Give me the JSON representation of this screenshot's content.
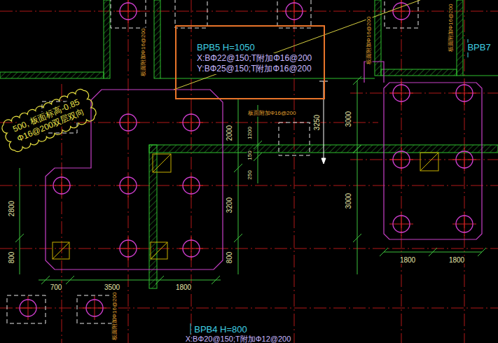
{
  "diagram": {
    "nodes": [
      {
        "text": [
          "BPB5 H=1050",
          "X:BΦ22@150;T附加Φ16@200",
          "Y:BΦ25@150;T附加Φ16@200"
        ]
      },
      {
        "text": [
          "500, 板面标高-0.85",
          "Φ16@200双层双向"
        ]
      }
    ],
    "labels": [
      "BPB7",
      "板面附加Φ16@200",
      "板面附加Φ16@200",
      "板面附加Φ16@200",
      "板面附加Φ16@200",
      "3250",
      "3000",
      "2000",
      "1200",
      "150",
      "250",
      "3200",
      "3000",
      "2800",
      "800",
      "800",
      "700",
      "3500",
      "1800",
      "1800",
      "1800",
      "板面附加Φ16@200",
      "BPB4 H=800",
      "X:BΦ20@150;T附加Φ12@200"
    ]
  }
}
